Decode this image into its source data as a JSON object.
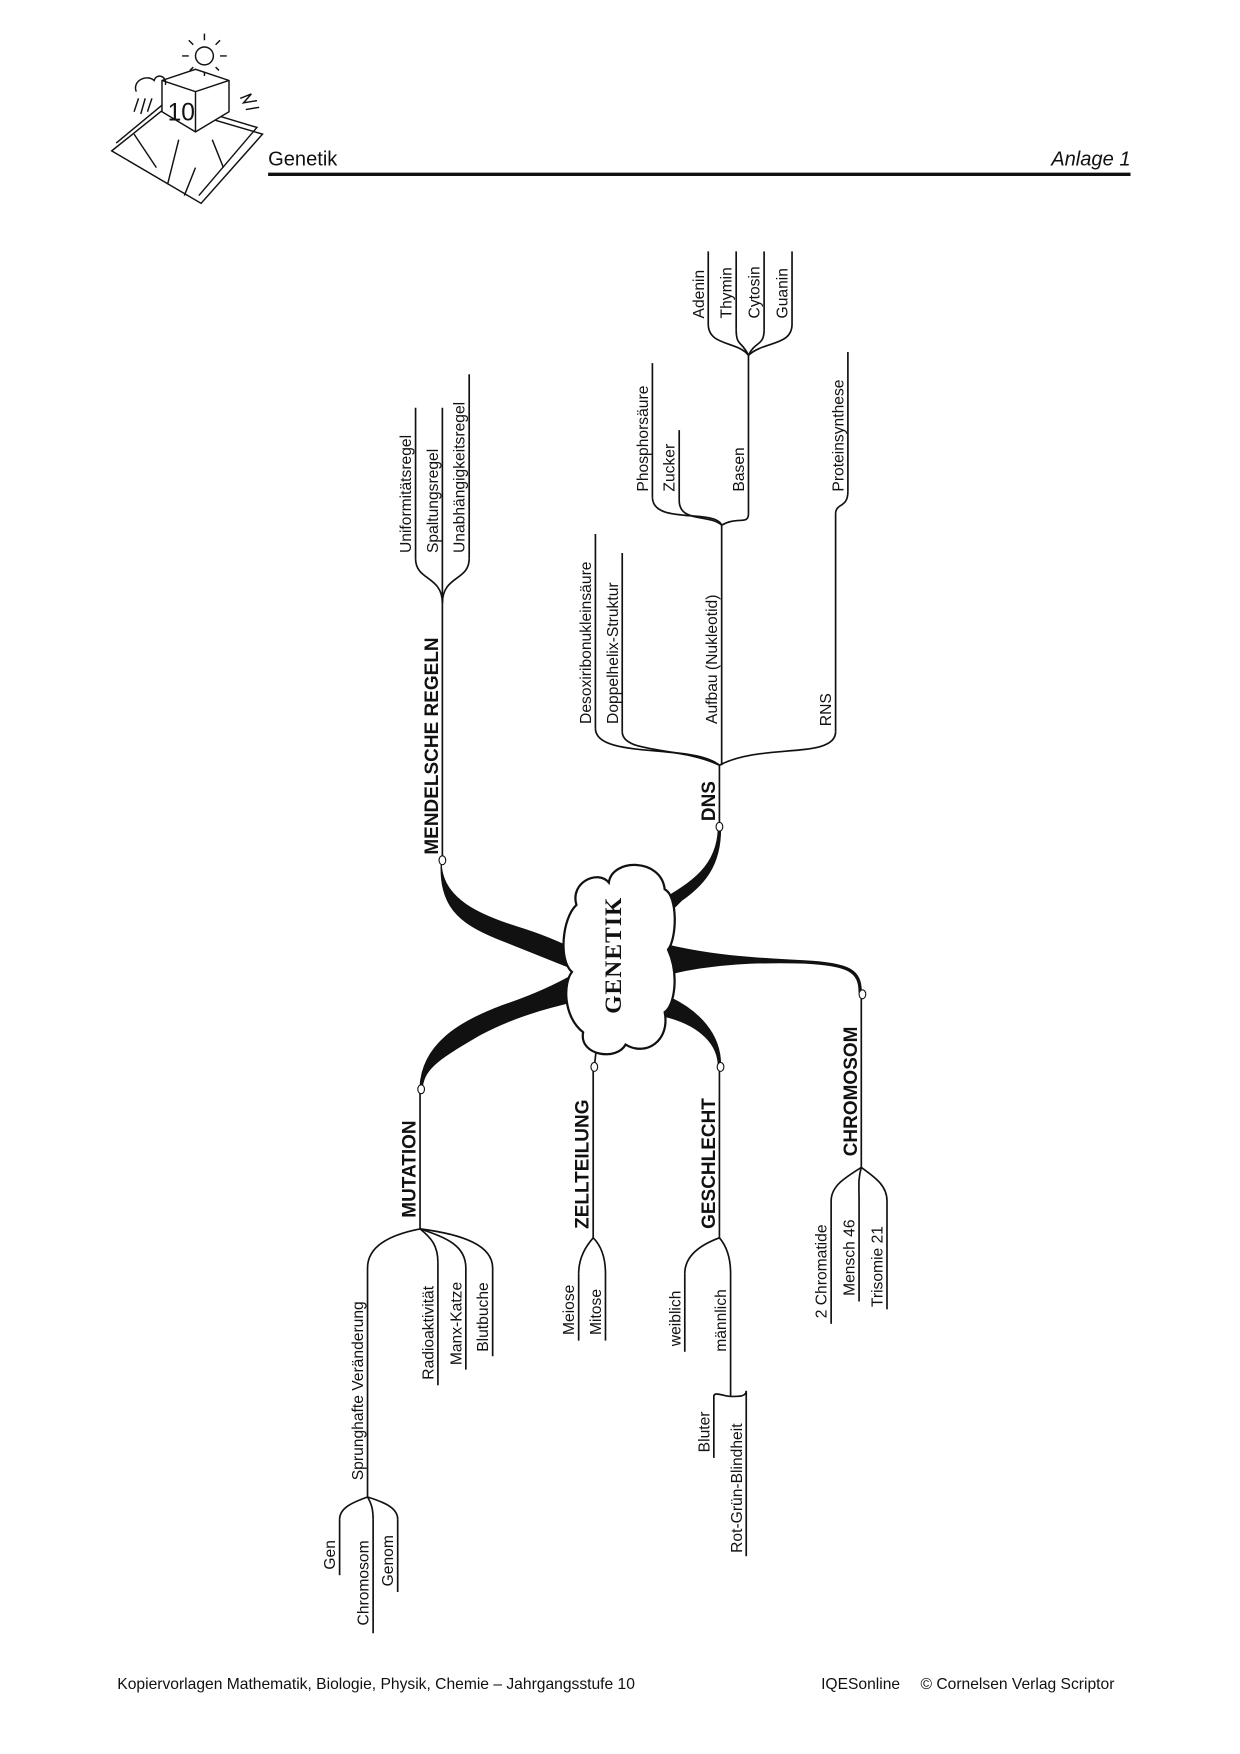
{
  "header": {
    "title": "Genetik",
    "annex": "Anlage 1",
    "logo_number": "10"
  },
  "mindmap": {
    "center": "GENETIK",
    "labels": {
      "mendel": "MENDELSCHE REGELN",
      "uniform": "Uniformitätsregel",
      "spaltung": "Spaltungsregel",
      "unabh": "Unabhängigkeitsregel",
      "dns": "DNS",
      "desoxy": "Desoxiribonukleinsäure",
      "doppel": "Doppelhelix-Struktur",
      "aufbau": "Aufbau (Nukleotid)",
      "phosphor": "Phosphorsäure",
      "zucker": "Zucker",
      "basen": "Basen",
      "adenin": "Adenin",
      "thymin": "Thymin",
      "cytosin": "Cytosin",
      "guanin": "Guanin",
      "rns": "RNS",
      "protein": "Proteinsynthese",
      "mutation": "MUTATION",
      "sprung": "Sprunghafte Veränderung",
      "gen": "Gen",
      "chromosom2": "Chromosom",
      "genom": "Genom",
      "radio": "Radioaktivität",
      "manx": "Manx-Katze",
      "blut": "Blutbuche",
      "zellteilung": "ZELLTEILUNG",
      "meiose": "Meiose",
      "mitose": "Mitose",
      "geschlecht": "GESCHLECHT",
      "weiblich": "weiblich",
      "maennlich": "männlich",
      "bluter": "Bluter",
      "rotgruen": "Rot-Grün-Blindheit",
      "chromosom": "CHROMOSOM",
      "chromatide": "2 Chromatide",
      "mensch": "Mensch 46",
      "trisomie": "Trisomie 21"
    }
  },
  "footer": {
    "left": "Kopiervorlagen Mathematik, Biologie, Physik, Chemie – Jahrgangsstufe 10",
    "publisher_site": "IQESonline",
    "copyright": "© Cornelsen Verlag Scriptor"
  }
}
